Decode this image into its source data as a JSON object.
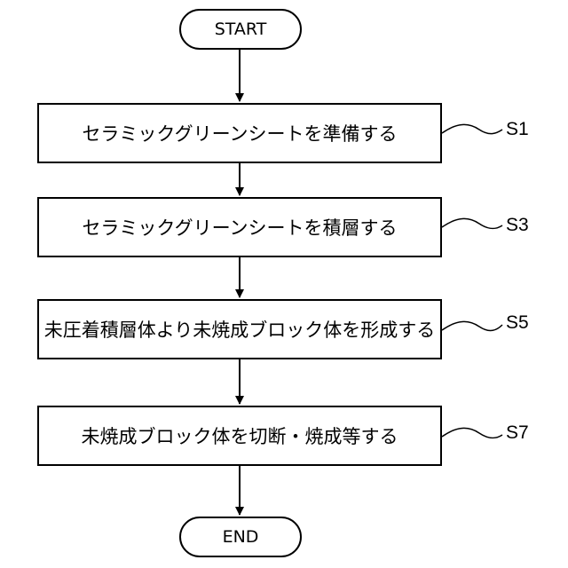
{
  "flow": {
    "start": "START",
    "end": "END",
    "steps": [
      {
        "text": "セラミックグリーンシートを準備する",
        "label": "S1"
      },
      {
        "text": "セラミックグリーンシートを積層する",
        "label": "S3"
      },
      {
        "text": "未圧着積層体より未焼成ブロック体を形成する",
        "label": "S5"
      },
      {
        "text": "未焼成ブロック体を切断・焼成等する",
        "label": "S7"
      }
    ]
  }
}
